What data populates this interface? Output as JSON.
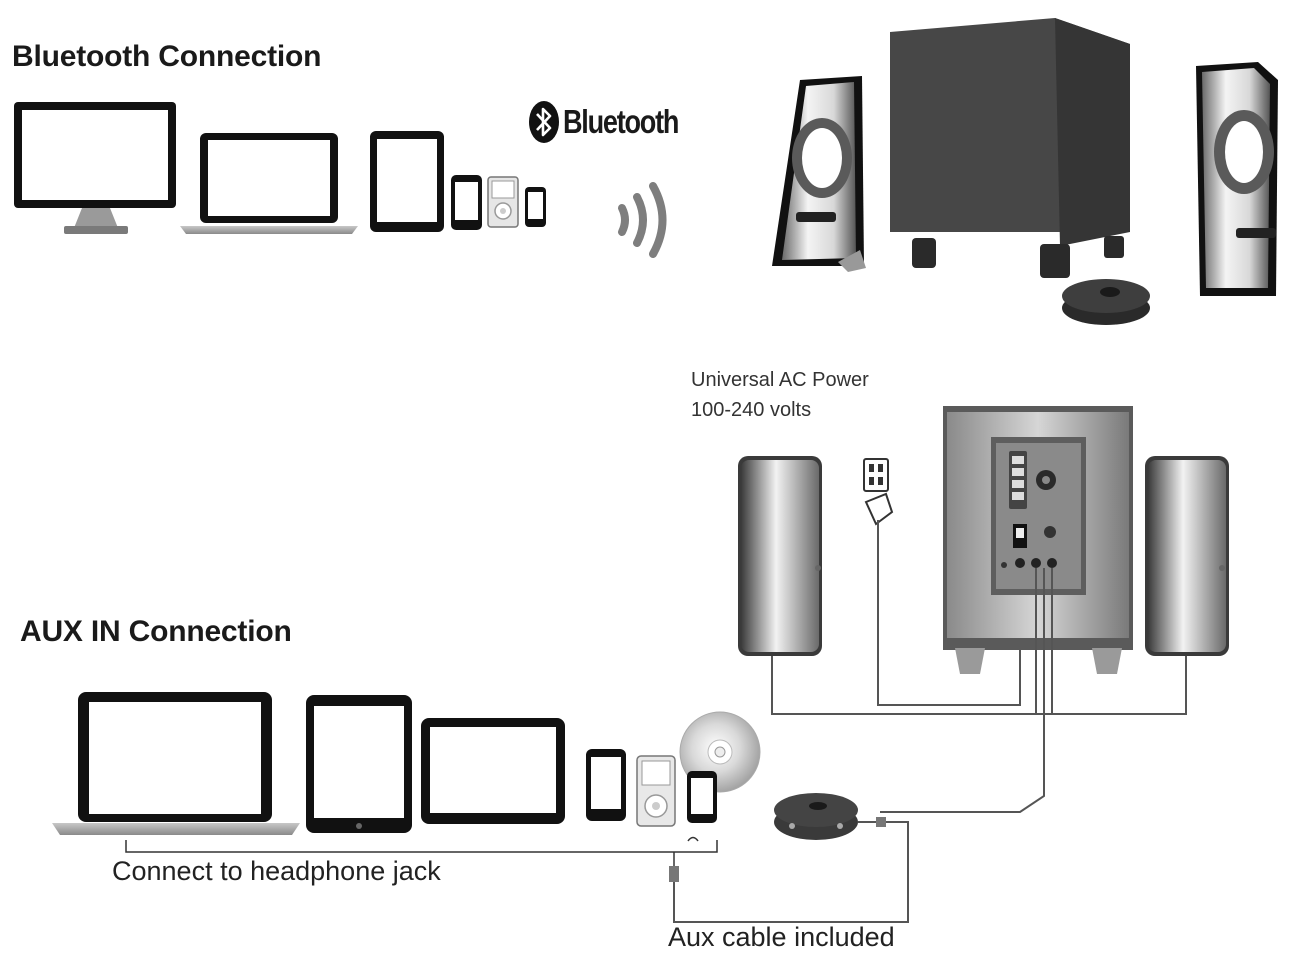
{
  "bluetooth_section": {
    "heading": "Bluetooth Connection",
    "logo_text": "Bluetooth",
    "devices": [
      "desktop-monitor",
      "laptop",
      "tablet",
      "smartphone",
      "media-player",
      "mobile-phone"
    ],
    "speaker_set": [
      "left-satellite-speaker",
      "subwoofer",
      "control-pod",
      "right-satellite-speaker"
    ]
  },
  "aux_section": {
    "heading": "AUX IN Connection",
    "power_label_line1": "Universal AC Power",
    "power_label_line2": "100-240 volts",
    "headphone_caption": "Connect to headphone jack",
    "cable_caption": "Aux cable included",
    "devices": [
      "laptop",
      "tablet",
      "wide-tablet",
      "smartphone",
      "media-player",
      "mobile-phone",
      "cd"
    ]
  },
  "colors": {
    "text": "#1a1a1a",
    "subwoofer": "#4a4a4a",
    "device_frame": "#1a1a1a",
    "cable": "#555555"
  }
}
